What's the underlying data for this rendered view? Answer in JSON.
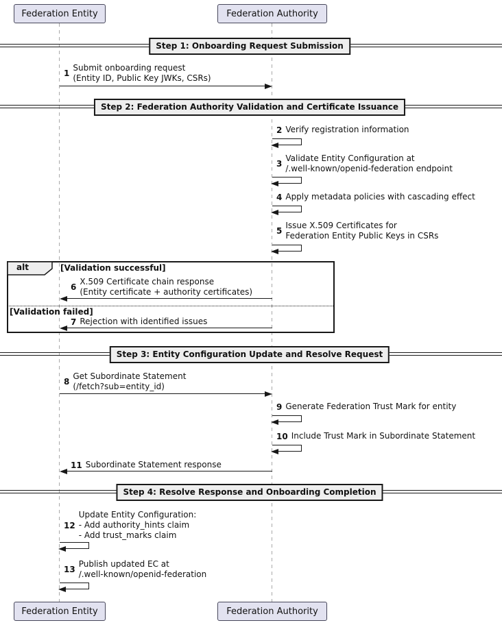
{
  "diagram_type": "sequence-diagram",
  "colors": {
    "participant_fill": "#E2E2F0",
    "divider_fill": "#EEEEEE",
    "line_color": "#181818",
    "lifeline_color": "#A8A8A8",
    "background": "#FFFFFF"
  },
  "participants": [
    {
      "label": "Federation Entity"
    },
    {
      "label": "Federation Authority"
    }
  ],
  "dividers": [
    {
      "label": "Step 1: Onboarding Request Submission"
    },
    {
      "label": "Step 2: Federation Authority Validation and Certificate Issuance"
    },
    {
      "label": "Step 3: Entity Configuration Update and Resolve Request"
    },
    {
      "label": "Step 4: Resolve Response and Onboarding Completion"
    }
  ],
  "alt_frame": {
    "operator": "alt",
    "guards": [
      "[Validation successful]",
      "[Validation failed]"
    ]
  },
  "messages": [
    {
      "num": "1",
      "from": "Federation Entity",
      "to": "Federation Authority",
      "text": "Submit onboarding request\n(Entity ID, Public Key JWKs, CSRs)"
    },
    {
      "num": "2",
      "from": "Federation Authority",
      "to": "Federation Authority",
      "text": "Verify registration information"
    },
    {
      "num": "3",
      "from": "Federation Authority",
      "to": "Federation Authority",
      "text": "Validate Entity Configuration at\n/.well-known/openid-federation endpoint"
    },
    {
      "num": "4",
      "from": "Federation Authority",
      "to": "Federation Authority",
      "text": "Apply metadata policies with cascading effect"
    },
    {
      "num": "5",
      "from": "Federation Authority",
      "to": "Federation Authority",
      "text": "Issue X.509 Certificates for\nFederation Entity Public Keys in CSRs"
    },
    {
      "num": "6",
      "from": "Federation Authority",
      "to": "Federation Entity",
      "text": "X.509 Certificate chain response\n(Entity certificate + authority certificates)"
    },
    {
      "num": "7",
      "from": "Federation Authority",
      "to": "Federation Entity",
      "text": "Rejection with identified issues"
    },
    {
      "num": "8",
      "from": "Federation Entity",
      "to": "Federation Authority",
      "text": "Get Subordinate Statement\n(/fetch?sub=entity_id)"
    },
    {
      "num": "9",
      "from": "Federation Authority",
      "to": "Federation Authority",
      "text": "Generate Federation Trust Mark for entity"
    },
    {
      "num": "10",
      "from": "Federation Authority",
      "to": "Federation Authority",
      "text": "Include Trust Mark in Subordinate Statement"
    },
    {
      "num": "11",
      "from": "Federation Authority",
      "to": "Federation Entity",
      "text": "Subordinate Statement response"
    },
    {
      "num": "12",
      "from": "Federation Entity",
      "to": "Federation Entity",
      "text": "Update Entity Configuration:\n- Add authority_hints claim\n- Add trust_marks claim"
    },
    {
      "num": "13",
      "from": "Federation Entity",
      "to": "Federation Entity",
      "text": "Publish updated EC at\n/.well-known/openid-federation"
    }
  ]
}
